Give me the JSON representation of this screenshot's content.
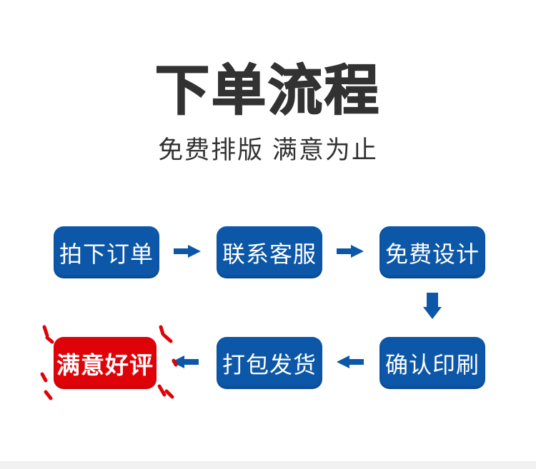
{
  "header": {
    "title": "下单流程",
    "subtitle": "免费排版 满意为止"
  },
  "flow": {
    "steps": [
      {
        "id": "place-order",
        "label": "拍下订单",
        "row": 1,
        "highlight": false
      },
      {
        "id": "contact-service",
        "label": "联系客服",
        "row": 1,
        "highlight": false
      },
      {
        "id": "free-design",
        "label": "免费设计",
        "row": 1,
        "highlight": false
      },
      {
        "id": "confirm-print",
        "label": "确认印刷",
        "row": 2,
        "highlight": false
      },
      {
        "id": "pack-ship",
        "label": "打包发货",
        "row": 2,
        "highlight": false
      },
      {
        "id": "good-review",
        "label": "满意好评",
        "row": 2,
        "highlight": true
      }
    ],
    "arrow_icons": [
      "arrow-right-icon",
      "arrow-right-icon",
      "arrow-down-icon",
      "arrow-left-icon",
      "arrow-left-icon"
    ]
  },
  "colors": {
    "primary_blue": "#0c57a7",
    "accent_red": "#de0309",
    "text_dark": "#323232",
    "box_text": "#ffffff",
    "footer_bar": "#f1f1f2",
    "background": "#ffffff"
  }
}
